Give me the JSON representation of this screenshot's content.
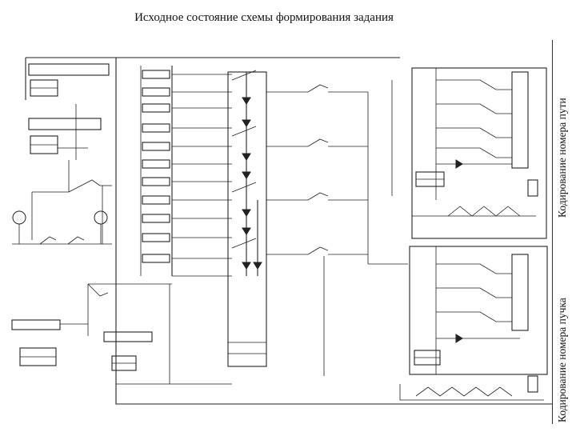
{
  "page": {
    "title": "Исходное состояние схемы формирования задания"
  },
  "side_labels": {
    "track_coding": "Кодирование номера пути",
    "bundle_coding": "Кодирование номера пучка"
  }
}
